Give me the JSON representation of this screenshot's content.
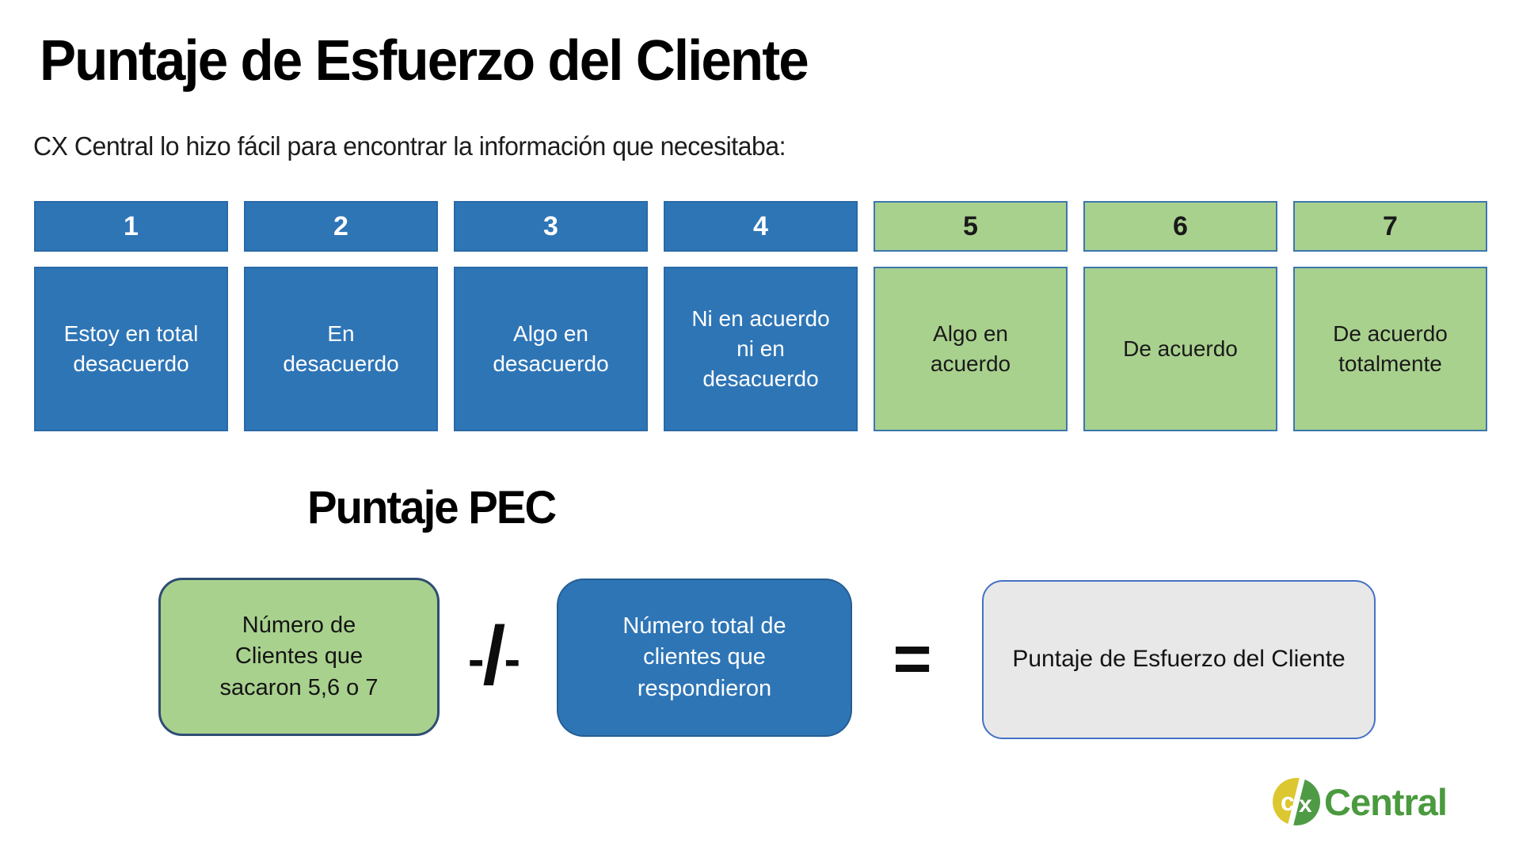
{
  "title": "Puntaje de Esfuerzo del Cliente",
  "subtitle": "CX Central lo hizo fácil para encontrar la información que necesitaba:",
  "scale": {
    "items": [
      {
        "number": "1",
        "label": "Estoy en total desacuerdo",
        "variant": "blue"
      },
      {
        "number": "2",
        "label": "En desacuerdo",
        "variant": "blue"
      },
      {
        "number": "3",
        "label": "Algo en desacuerdo",
        "variant": "blue"
      },
      {
        "number": "4",
        "label": "Ni en acuerdo ni en desacuerdo",
        "variant": "blue"
      },
      {
        "number": "5",
        "label": "Algo en acuerdo",
        "variant": "green"
      },
      {
        "number": "6",
        "label": "De acuerdo",
        "variant": "green"
      },
      {
        "number": "7",
        "label": "De acuerdo totalmente",
        "variant": "green"
      }
    ]
  },
  "formula": {
    "heading": "Puntaje PEC",
    "numerator": "Número de Clientes que sacaron 5,6 o 7",
    "operator_minus_left": "-",
    "operator_slash": "/",
    "operator_minus_right": "-",
    "denominator": "Número total de clientes que respondieron",
    "equals": "=",
    "result": "Puntaje de Esfuerzo del Cliente"
  },
  "logo": {
    "icon_c": "c",
    "icon_x": "x",
    "text": "Central"
  },
  "colors": {
    "scale_blue": "#2e75b6",
    "scale_green": "#a9d18e",
    "result_gray": "#e9e8e8",
    "result_border_blue": "#4472c4",
    "numerator_border_navy": "#2e4d73",
    "logo_green": "#4a9a3e",
    "logo_yellow": "#dcc730",
    "logo_icon_green": "#4f9b45"
  }
}
